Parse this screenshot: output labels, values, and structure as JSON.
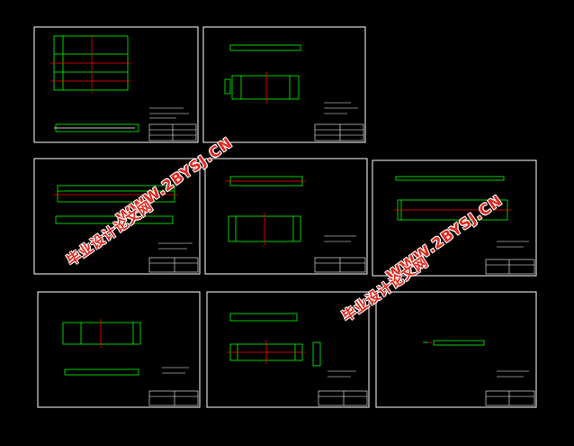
{
  "watermarks": {
    "cn": "毕业设计论文网",
    "url": "WWW.2BYSJ.CN"
  },
  "sheets": [
    {
      "id": "sheet-1",
      "title": "总装配图"
    },
    {
      "id": "sheet-2",
      "title": "零件图"
    },
    {
      "id": "sheet-3",
      "title": "零件图"
    },
    {
      "id": "sheet-4",
      "title": "零件图"
    },
    {
      "id": "sheet-5",
      "title": "零件图"
    },
    {
      "id": "sheet-6",
      "title": "零件图"
    },
    {
      "id": "sheet-7",
      "title": "零件图"
    },
    {
      "id": "sheet-8",
      "title": "零件图"
    }
  ],
  "colors": {
    "background": "#000000",
    "frame": "#ffffff",
    "part": "#00ff00",
    "centerline": "#ff0000",
    "note": "#ffffff",
    "watermark": "#e0281e"
  }
}
